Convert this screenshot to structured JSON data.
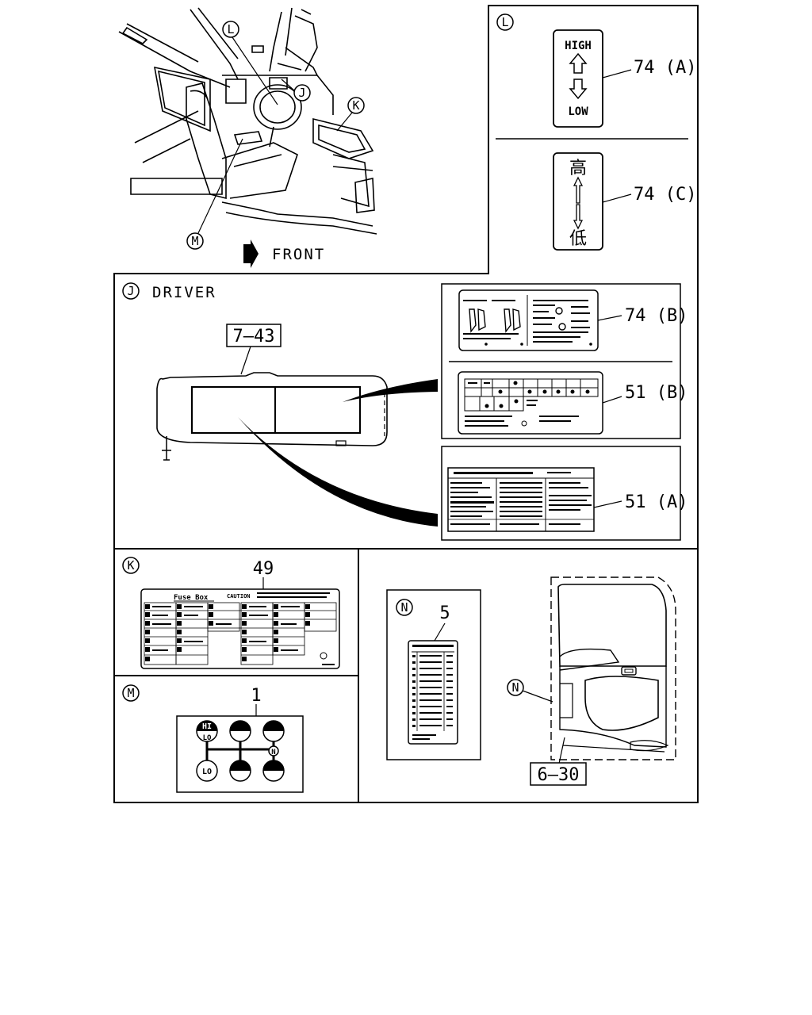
{
  "labels": {
    "front": "FRONT",
    "driver": "DRIVER",
    "callout_L": "L",
    "callout_J": "J",
    "callout_K": "K",
    "callout_M": "M",
    "callout_N": "N",
    "part_74A": "74 (A)",
    "part_74C": "74 (C)",
    "part_74B": "74 (B)",
    "part_51B": "51 (B)",
    "part_51A": "51 (A)",
    "part_49": "49",
    "part_1": "1",
    "part_5": "5",
    "ref_7_43": "7–43",
    "ref_6_30": "6–30",
    "high": "HIGH",
    "low": "LOW",
    "kanji_high": "高",
    "kanji_low": "低",
    "fuse_box": "Fuse Box",
    "caution": "CAUTION",
    "gear_hi": "HI",
    "gear_lo": "LO",
    "gear_n": "N"
  }
}
